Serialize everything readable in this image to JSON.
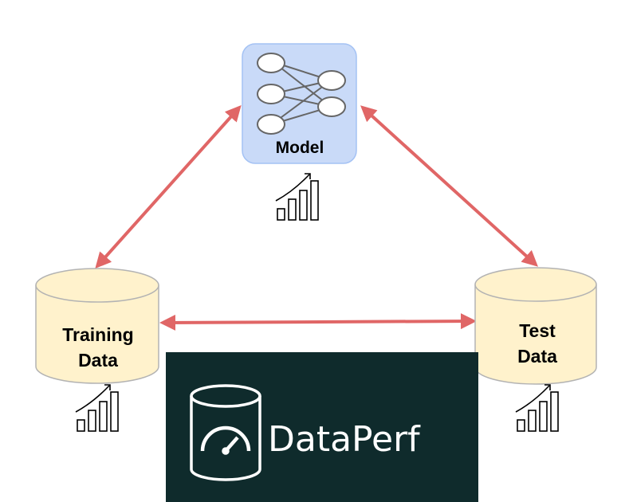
{
  "nodes": {
    "model": {
      "label": "Model"
    },
    "training": {
      "label_line1": "Training",
      "label_line2": "Data"
    },
    "test": {
      "label_line1": "Test",
      "label_line2": "Data"
    }
  },
  "logo": {
    "text": "DataPerf"
  },
  "colors": {
    "arrow": "#e06666",
    "model_fill": "#c9daf8",
    "cylinder_fill": "#fff2cc",
    "cylinder_stroke": "#b3b3b3",
    "logo_bg": "#0f2b2c"
  },
  "icons": {
    "network": "neural-network-icon",
    "metric": "bar-chart-growth-icon",
    "logo_mark": "database-gauge-icon"
  }
}
